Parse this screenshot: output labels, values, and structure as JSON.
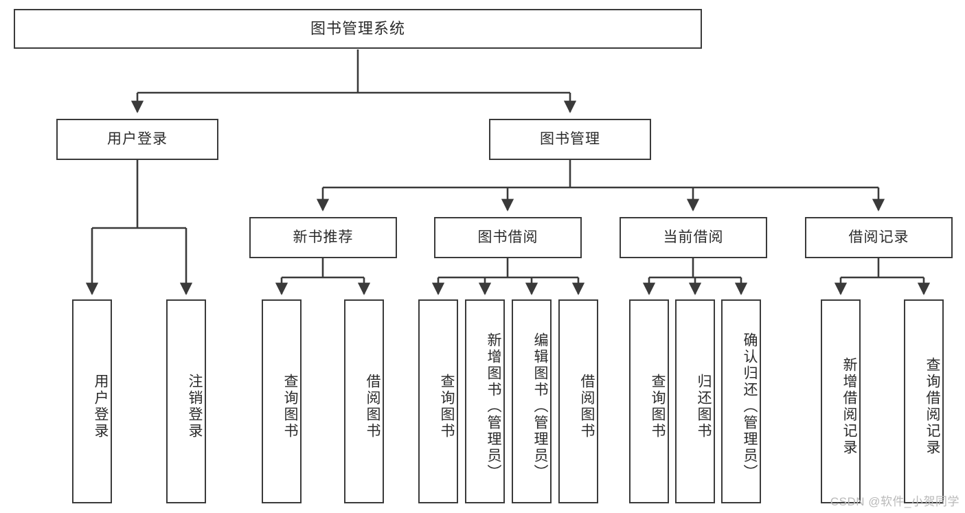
{
  "diagram": {
    "type": "tree-hierarchy",
    "root": {
      "id": "root",
      "label": "图书管理系统"
    },
    "level1": [
      {
        "id": "user-login",
        "label": "用户登录"
      },
      {
        "id": "book-management",
        "label": "图书管理"
      }
    ],
    "level2": [
      {
        "id": "new-book-recommend",
        "label": "新书推荐",
        "parent": "book-management"
      },
      {
        "id": "book-borrow",
        "label": "图书借阅",
        "parent": "book-management"
      },
      {
        "id": "current-borrow",
        "label": "当前借阅",
        "parent": "book-management"
      },
      {
        "id": "borrow-record",
        "label": "借阅记录",
        "parent": "book-management"
      }
    ],
    "leaves": {
      "user-login": [
        {
          "id": "leaf-user-login",
          "label": "用户登录"
        },
        {
          "id": "leaf-user-logout",
          "label": "注销登录"
        }
      ],
      "new-book-recommend": [
        {
          "id": "leaf-query-book-1",
          "label": "查询图书"
        },
        {
          "id": "leaf-borrow-book-1",
          "label": "借阅图书"
        }
      ],
      "book-borrow": [
        {
          "id": "leaf-query-book-2",
          "label": "查询图书"
        },
        {
          "id": "leaf-add-book",
          "label": "新增图书（管理员）"
        },
        {
          "id": "leaf-edit-book",
          "label": "编辑图书（管理员）"
        },
        {
          "id": "leaf-borrow-book-2",
          "label": "借阅图书"
        }
      ],
      "current-borrow": [
        {
          "id": "leaf-query-book-3",
          "label": "查询图书"
        },
        {
          "id": "leaf-return-book",
          "label": "归还图书"
        },
        {
          "id": "leaf-confirm-return",
          "label": "确认归还（管理员）"
        }
      ],
      "borrow-record": [
        {
          "id": "leaf-add-record",
          "label": "新增借阅记录"
        },
        {
          "id": "leaf-query-record",
          "label": "查询借阅记录"
        }
      ]
    },
    "colors": {
      "stroke": "#3a3a3a",
      "fill": "#ffffff",
      "text": "#2b2b2b",
      "watermark": "#b9b9b9"
    }
  },
  "watermark": {
    "text": "CSDN @软件_小贺同学"
  }
}
